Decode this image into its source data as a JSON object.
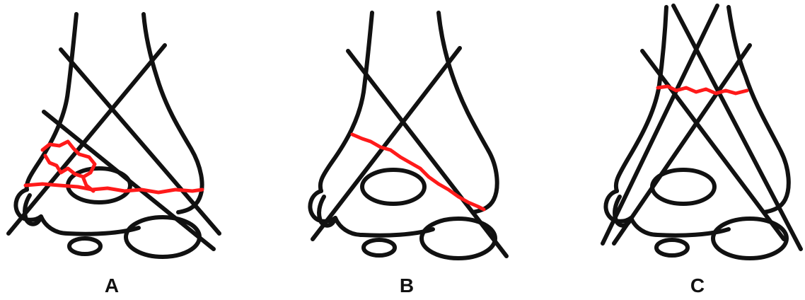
{
  "figures": [
    {
      "id": "A",
      "label": "A",
      "fracture_line_color": "#ff1a1a"
    },
    {
      "id": "B",
      "label": "B",
      "fracture_line_color": "#ff1a1a"
    },
    {
      "id": "C",
      "label": "C",
      "fracture_line_color": "#ff1a1a"
    }
  ],
  "colors": {
    "bone_outline": "#111111",
    "fracture": "#ff1a1a",
    "background": "#ffffff"
  }
}
